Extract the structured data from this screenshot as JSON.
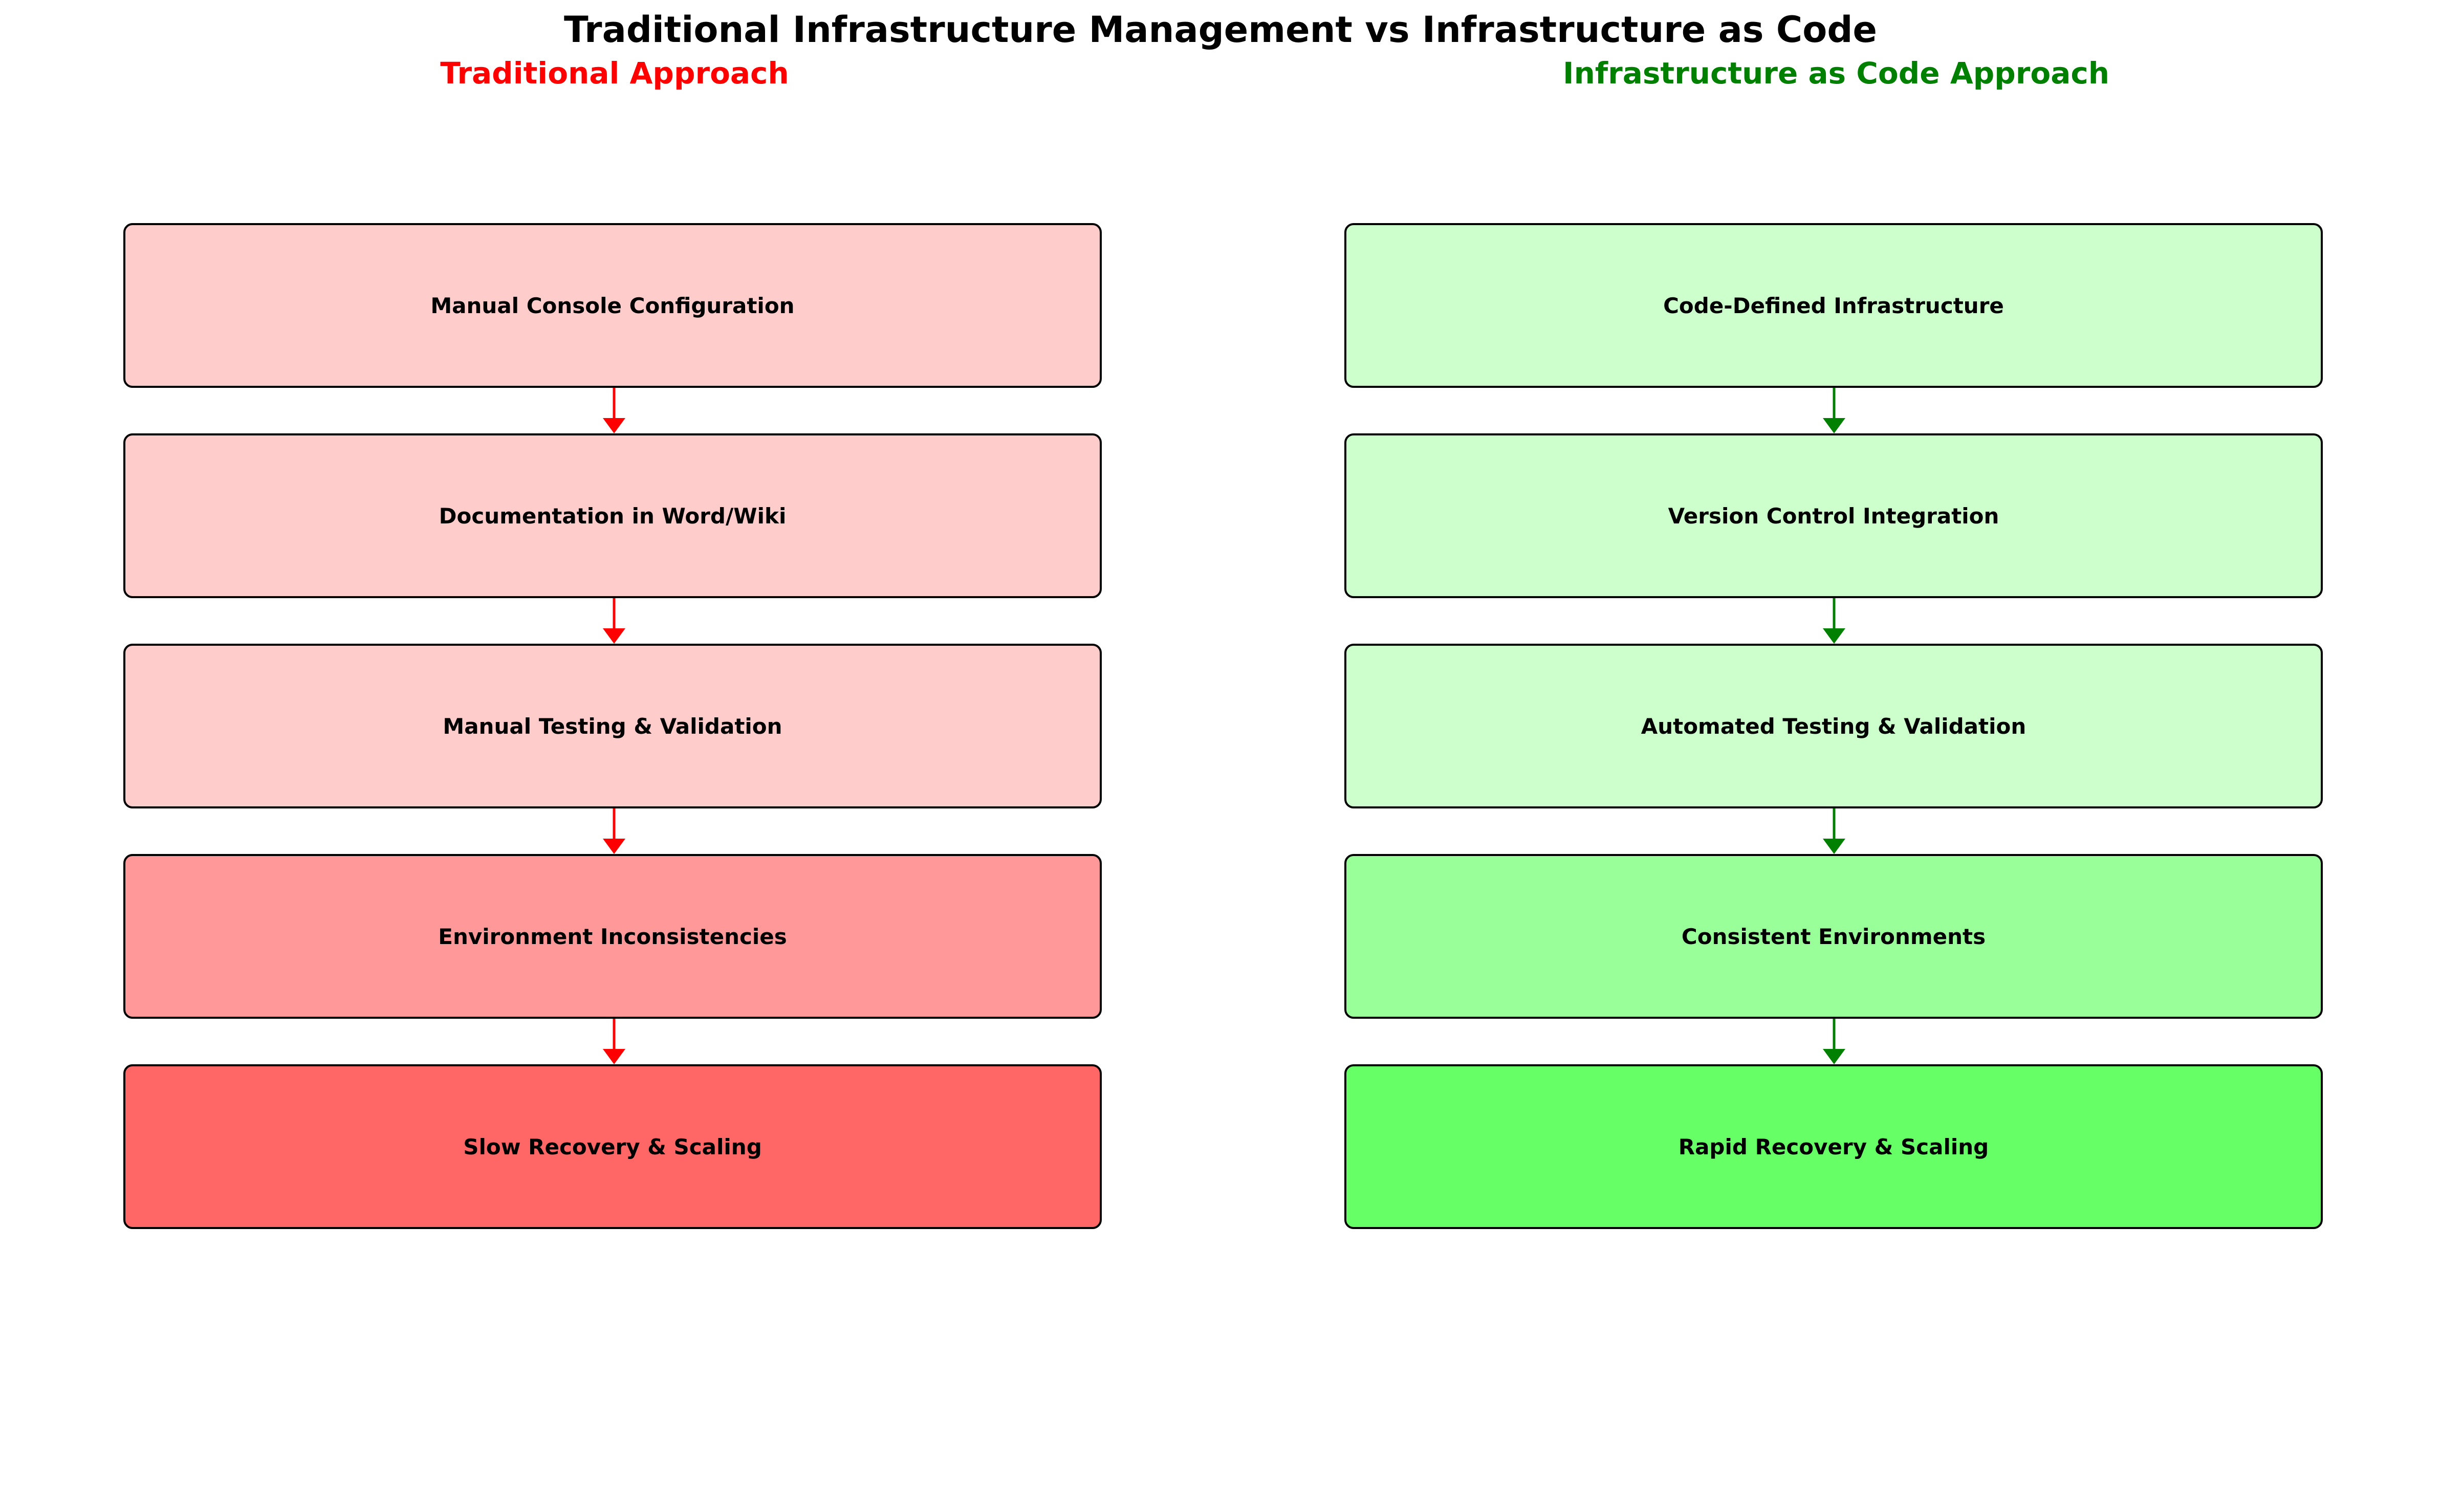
{
  "title": "Traditional Infrastructure Management vs Infrastructure as Code",
  "traditional": {
    "heading": "Traditional Approach",
    "heading_color": "#ff0000",
    "arrow_color": "#ff0000",
    "steps": [
      {
        "label": "Manual Console Configuration",
        "color": "#ffcccc"
      },
      {
        "label": "Documentation in Word/Wiki",
        "color": "#ffcccc"
      },
      {
        "label": "Manual Testing & Validation",
        "color": "#ffcccc"
      },
      {
        "label": "Environment Inconsistencies",
        "color": "#ff9999"
      },
      {
        "label": "Slow Recovery & Scaling",
        "color": "#ff6666"
      }
    ]
  },
  "iac": {
    "heading": "Infrastructure as Code Approach",
    "heading_color": "#008000",
    "arrow_color": "#008000",
    "steps": [
      {
        "label": "Code-Defined Infrastructure",
        "color": "#ccffcc"
      },
      {
        "label": "Version Control Integration",
        "color": "#ccffcc"
      },
      {
        "label": "Automated Testing & Validation",
        "color": "#ccffcc"
      },
      {
        "label": "Consistent Environments",
        "color": "#99ff99"
      },
      {
        "label": "Rapid Recovery & Scaling",
        "color": "#66ff66"
      }
    ]
  }
}
